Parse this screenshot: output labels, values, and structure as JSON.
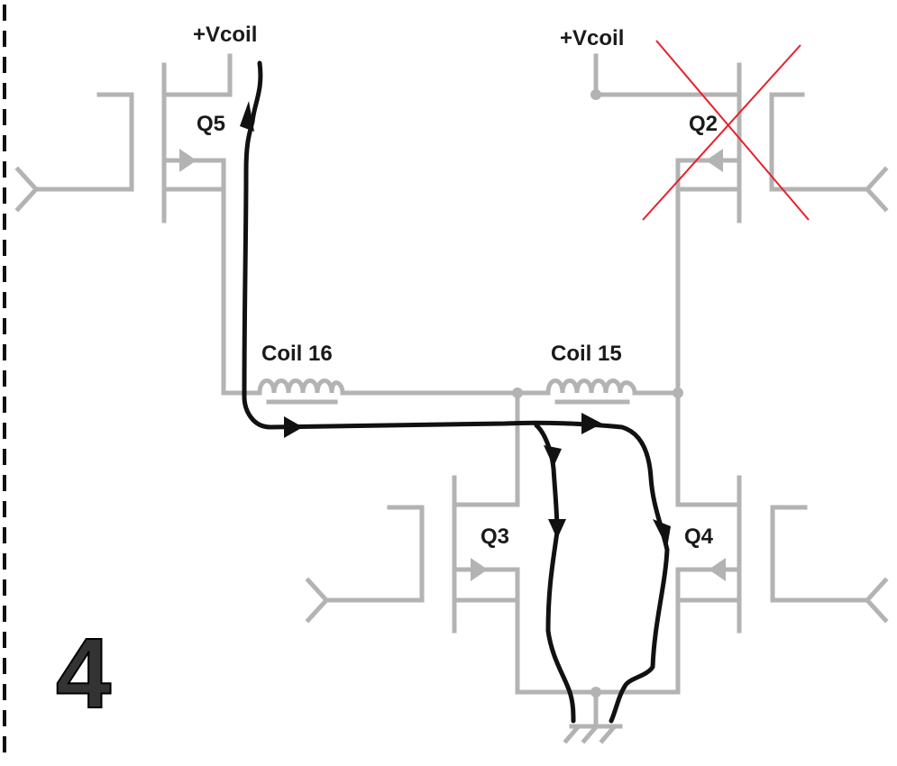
{
  "labels": {
    "vcoil_left": "+Vcoil",
    "vcoil_right": "+Vcoil",
    "q5": "Q5",
    "q2": "Q2",
    "q3": "Q3",
    "q4": "Q4",
    "coil16": "Coil 16",
    "coil15": "Coil 15",
    "step_number": "4"
  },
  "colors": {
    "wire": "#b3b3b3",
    "current_path": "#111111",
    "cross": "#e8202a",
    "step_number": "#333333"
  },
  "states": {
    "q2_disabled": true
  }
}
